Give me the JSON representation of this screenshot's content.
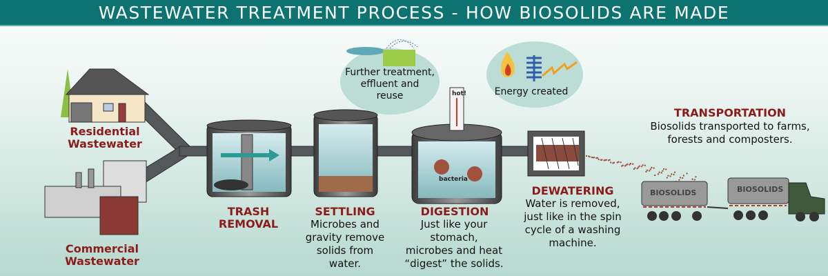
{
  "title": "WASTEWATER TREATMENT PROCESS - HOW BIOSOLIDS ARE MADE",
  "sources": {
    "residential": [
      "Residential",
      "Wastewater"
    ],
    "commercial": [
      "Commercial",
      "Wastewater"
    ]
  },
  "bubbles": {
    "further_treatment": [
      "Further treatment,",
      "effluent and",
      "reuse"
    ],
    "energy": "Energy created"
  },
  "steps": {
    "trash": {
      "title": [
        "TRASH",
        "REMOVAL"
      ]
    },
    "settling": {
      "title": "SETTLING",
      "desc": [
        "Microbes and",
        "gravity remove",
        "solids from",
        "water."
      ]
    },
    "digestion": {
      "title": "DIGESTION",
      "desc": [
        "Just like your",
        "stomach,",
        "microbes and heat",
        "“digest” the solids."
      ],
      "thermometer_label": "hot!",
      "bacteria_label": "bacteria"
    },
    "dewatering": {
      "title": "DEWATERING",
      "desc": [
        "Water is removed,",
        "just like in the spin",
        "cycle of a washing",
        "machine."
      ]
    },
    "transportation": {
      "title": "TRANSPORTATION",
      "desc": [
        "Biosolids transported to farms,",
        "forests and composters."
      ],
      "truck_labels": [
        "BIOSOLIDS",
        "BIOSOLIDS"
      ]
    }
  },
  "colors": {
    "header": "#0c7370",
    "label": "#8c1c1c",
    "pipe": "#55585a"
  }
}
